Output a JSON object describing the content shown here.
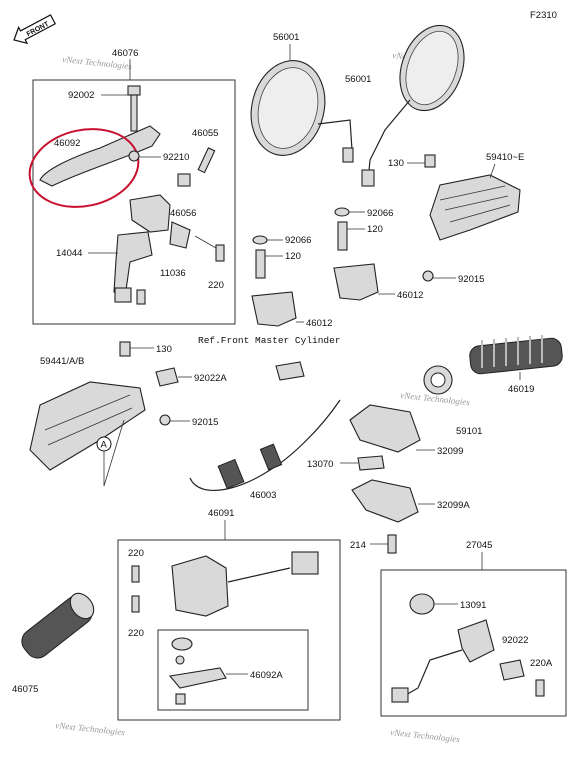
{
  "header": {
    "figure_code": "F2310",
    "front_indicator": "FRONT",
    "ref_note": "Ref.Front Master Cylinder",
    "watermark": "vNext Technologies"
  },
  "part_labels": {
    "p46076": "46076",
    "p92002": "92002",
    "p46092": "46092",
    "p46055": "46055",
    "p92210": "92210",
    "p46056": "46056",
    "p14044": "14044",
    "p11036": "11036",
    "p220_top": "220",
    "p56001_left": "56001",
    "p56001_right": "56001",
    "p130_top": "130",
    "p59410": "59410~E",
    "p92066_right": "92066",
    "p120_right": "120",
    "p92015_right": "92015",
    "p92066_left": "92066",
    "p120_left": "120",
    "p46012_right": "46012",
    "p46012_left": "46012",
    "p59441": "59441/A/B",
    "p130_mid": "130",
    "p92022A": "92022A",
    "p92015_mid": "92015",
    "marker_a": "A",
    "p46019": "46019",
    "p59101": "59101",
    "p32099": "32099",
    "p13070": "13070",
    "p46003": "46003",
    "p32099A": "32099A",
    "p214": "214",
    "p46091": "46091",
    "p220_sw1": "220",
    "p220_sw2": "220",
    "p46092A": "46092A",
    "p27045": "27045",
    "p13091": "13091",
    "p92022": "92022",
    "p220A": "220A",
    "p46075": "46075"
  }
}
